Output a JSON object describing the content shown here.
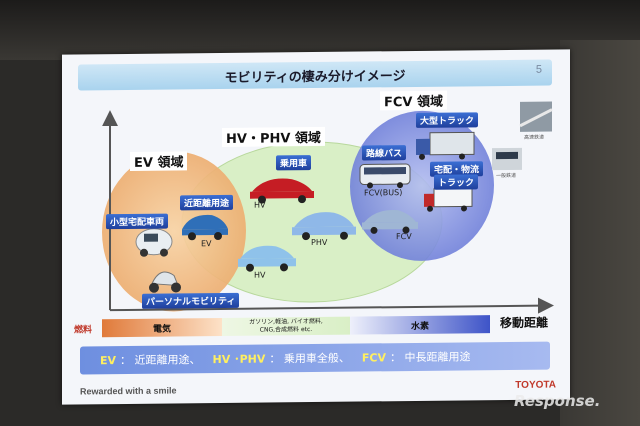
{
  "slide": {
    "title": "モビリティの棲み分けイメージ",
    "page_number": "5",
    "regions": {
      "ev": "EV 領域",
      "hv_phv": "HV・PHV 領域",
      "fcv": "FCV 領域"
    },
    "category_labels": [
      "小型宅配車両",
      "近距離用途",
      "パーソナルモビリティ",
      "乗用車",
      "路線バス",
      "大型トラック",
      "宅配・物流",
      "トラック"
    ],
    "vehicle_labels": {
      "ev_car": "EV",
      "hv_top": "HV",
      "phv": "PHV",
      "hv_bottom": "HV",
      "fcv_bus": "FCV(BUS)",
      "fcv_car": "FCV",
      "rail_fast": "高速鉄道",
      "rail_general": "一般鉄道"
    },
    "x_axis_label": "移動距離",
    "fuel": {
      "label": "燃料",
      "electric": "電気",
      "ice_line1": "ガソリン,軽油, バイオ燃料,",
      "ice_line2": "CNG,合成燃料 etc.",
      "hydrogen": "水素"
    },
    "summary": [
      {
        "key": "EV",
        "value": "： 近距離用途、"
      },
      {
        "key": "HV ･PHV",
        "value": "： 乗用車全般、"
      },
      {
        "key": "FCV",
        "value": "： 中長距離用途"
      }
    ],
    "footer_left": "Rewarded with a smile",
    "footer_right": "TOYOTA"
  },
  "watermark": "Response.",
  "colors": {
    "ev_region": "#f3b97a",
    "hv_region": "#d7eec2",
    "fcv_region": "#7f8fe0",
    "label_bg": "#2a52b8",
    "fuel_red": "#c0392b"
  }
}
